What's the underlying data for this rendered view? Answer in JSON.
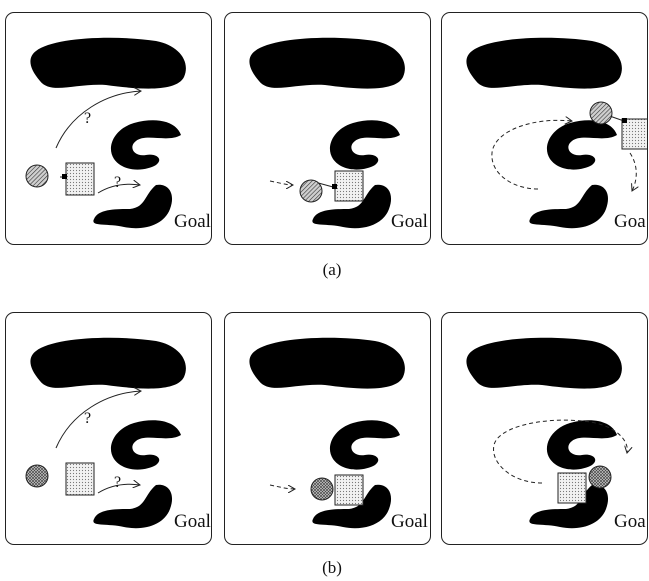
{
  "captions": {
    "top": "(a)",
    "bottom": "(b)"
  },
  "labels": {
    "goal": "Goal",
    "goal_clipped": "Goa",
    "uncertain": "?"
  },
  "colors": {
    "obstacle": "#000000",
    "stroke": "#222222",
    "box_fill": "#eeeeee",
    "disk_fill": "#bbbbbb"
  }
}
